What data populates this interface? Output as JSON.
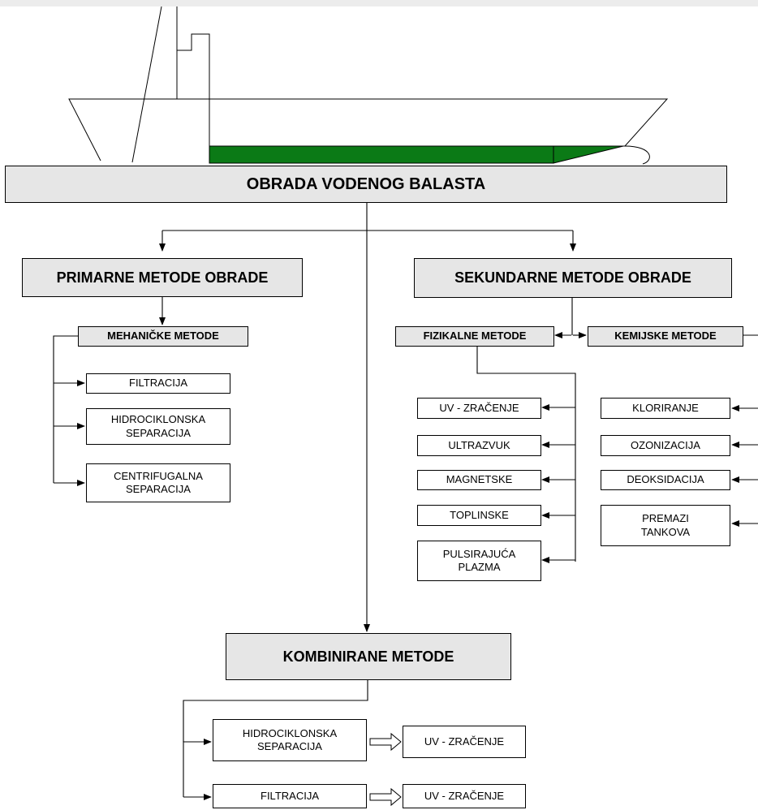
{
  "title": "OBRADA VODENOG BALASTA",
  "primary": {
    "title": "PRIMARNE METODE OBRADE",
    "mechanical": {
      "title": "MEHANIČKE METODE",
      "items": [
        "FILTRACIJA",
        "HIDROCIKLONSKA SEPARACIJA",
        "CENTRIFUGALNA SEPARACIJA"
      ]
    }
  },
  "secondary": {
    "title": "SEKUNDARNE METODE OBRADE",
    "physical": {
      "title": "FIZIKALNE METODE",
      "items": [
        "UV - ZRAČENJE",
        "ULTRAZVUK",
        "MAGNETSKE",
        "TOPLINSKE",
        "PULSIRAJUĆA PLAZMA"
      ]
    },
    "chemical": {
      "title": "KEMIJSKE METODE",
      "items": [
        "KLORIRANJE",
        "OZONIZACIJA",
        "DEOKSIDACIJA",
        "PREMAZI TANKOVA"
      ]
    }
  },
  "combined": {
    "title": "KOMBINIRANE METODE",
    "rows": [
      {
        "first": "HIDROCIKLONSKA SEPARACIJA",
        "second": "UV - ZRAČENJE"
      },
      {
        "first": "FILTRACIJA",
        "second": "UV - ZRAČENJE"
      }
    ]
  },
  "colors": {
    "ballast_tank": "#0b7a16",
    "header_fill": "#e6e6e6"
  }
}
